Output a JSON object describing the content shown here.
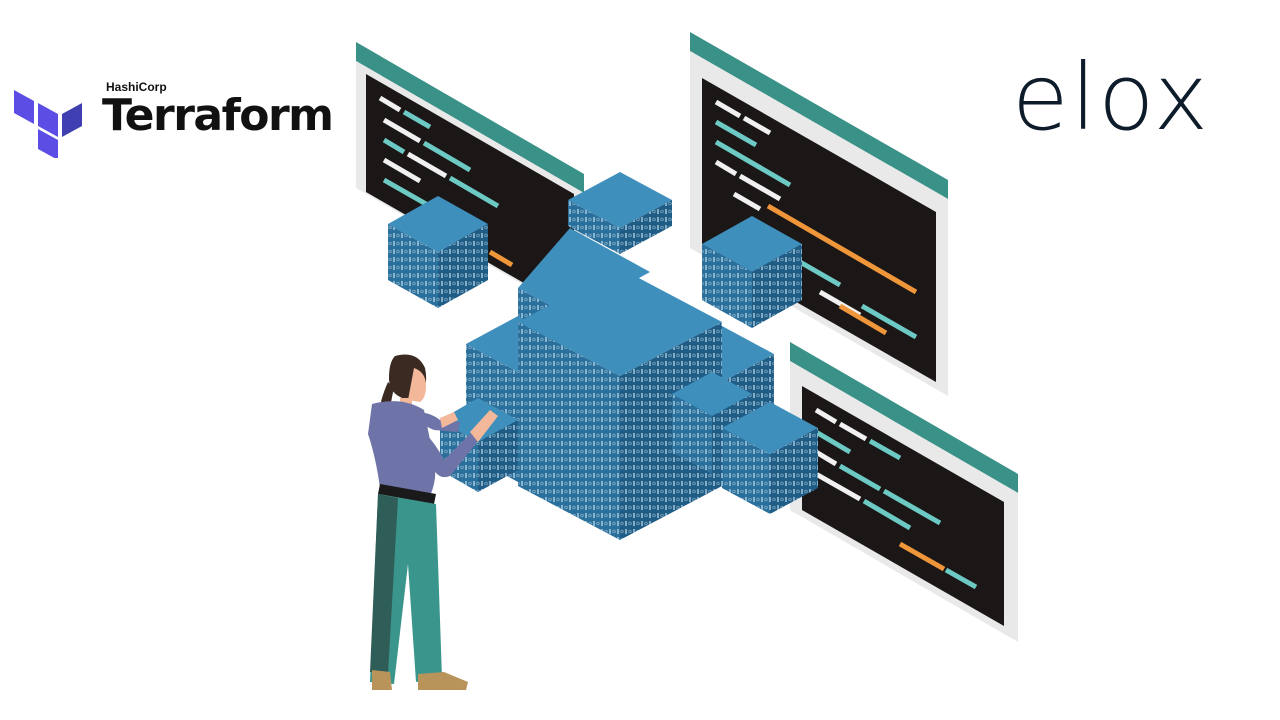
{
  "terraform_logo": {
    "vendor": "HashiCorp",
    "product": "Terraform",
    "mark_color": "#7b42bc"
  },
  "elox_logo": {
    "text": "elox",
    "color": "#0d1b2a"
  },
  "illustration": {
    "colors": {
      "teal_bar": "#3a9188",
      "screen": "#1c1717",
      "cube_top": "#3f8fbc",
      "cube_left": "#2b6f9c",
      "cube_right": "#1f5c86",
      "code_teal": "#6cc9c4",
      "code_orange": "#f0963a",
      "code_white": "#f1f1f1"
    }
  }
}
